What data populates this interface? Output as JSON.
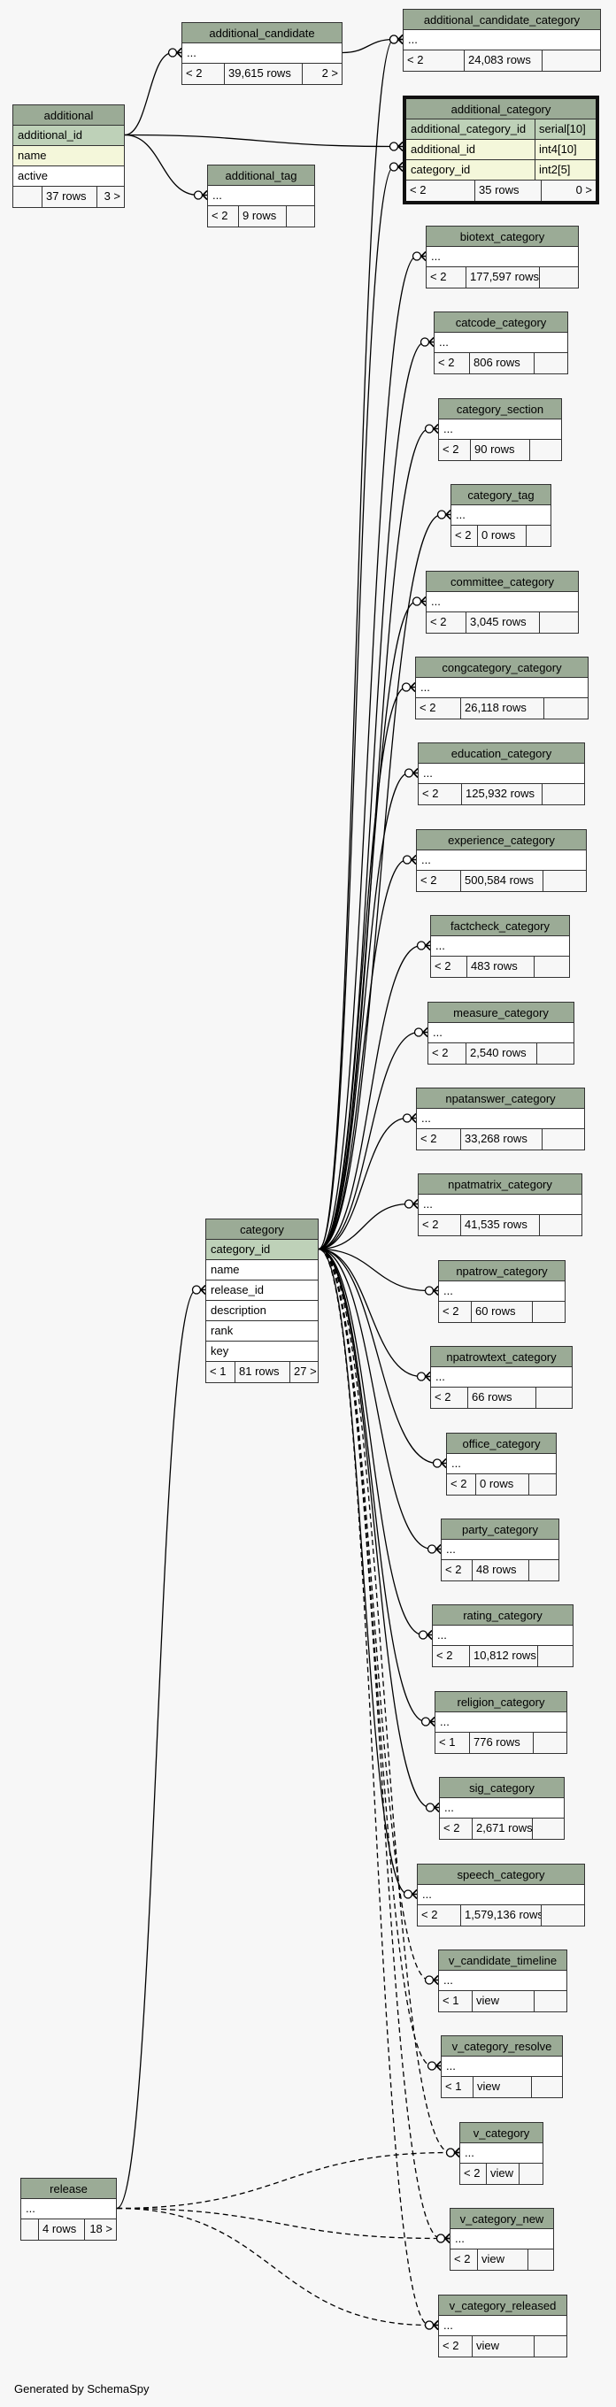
{
  "tables": [
    {
      "name": "additional",
      "rows": [
        {
          "label": "additional_id",
          "kind": "pk"
        },
        {
          "label": "name",
          "kind": "fk"
        },
        {
          "label": "active",
          "kind": "plain"
        }
      ],
      "footer": [
        "",
        "37 rows",
        "3 >"
      ]
    },
    {
      "name": "additional_candidate",
      "rows": [
        {
          "label": "...",
          "kind": "plain"
        }
      ],
      "footer": [
        "< 2",
        "39,615 rows",
        "2 >"
      ]
    },
    {
      "name": "additional_tag",
      "rows": [
        {
          "label": "...",
          "kind": "plain"
        }
      ],
      "footer": [
        "< 2",
        "9 rows",
        ""
      ]
    },
    {
      "name": "additional_candidate_category",
      "rows": [
        {
          "label": "...",
          "kind": "plain"
        }
      ],
      "footer": [
        "< 2",
        "24,083 rows",
        ""
      ]
    },
    {
      "name": "additional_category",
      "focus": true,
      "rows": [
        {
          "label": "additional_category_id",
          "type": "serial[10]",
          "kind": "pk"
        },
        {
          "label": "additional_id",
          "type": "int4[10]",
          "kind": "fk"
        },
        {
          "label": "category_id",
          "type": "int2[5]",
          "kind": "fk"
        }
      ],
      "footer": [
        "< 2",
        "35 rows",
        "0 >"
      ]
    },
    {
      "name": "category",
      "rows": [
        {
          "label": "category_id",
          "kind": "pk"
        },
        {
          "label": "name",
          "kind": "plain"
        },
        {
          "label": "release_id",
          "kind": "plain"
        },
        {
          "label": "description",
          "kind": "plain"
        },
        {
          "label": "rank",
          "kind": "plain"
        },
        {
          "label": "key",
          "kind": "plain"
        }
      ],
      "footer": [
        "< 1",
        "81 rows",
        "27 >"
      ]
    },
    {
      "name": "release",
      "rows": [
        {
          "label": "...",
          "kind": "plain"
        }
      ],
      "footer": [
        "",
        "4 rows",
        "18 >"
      ]
    },
    {
      "name": "biotext_category",
      "rows": [
        {
          "label": "...",
          "kind": "plain"
        }
      ],
      "footer": [
        "< 2",
        "177,597 rows",
        ""
      ]
    },
    {
      "name": "catcode_category",
      "rows": [
        {
          "label": "...",
          "kind": "plain"
        }
      ],
      "footer": [
        "< 2",
        "806 rows",
        ""
      ]
    },
    {
      "name": "category_section",
      "rows": [
        {
          "label": "...",
          "kind": "plain"
        }
      ],
      "footer": [
        "< 2",
        "90 rows",
        ""
      ]
    },
    {
      "name": "category_tag",
      "rows": [
        {
          "label": "...",
          "kind": "plain"
        }
      ],
      "footer": [
        "< 2",
        "0 rows",
        ""
      ]
    },
    {
      "name": "committee_category",
      "rows": [
        {
          "label": "...",
          "kind": "plain"
        }
      ],
      "footer": [
        "< 2",
        "3,045 rows",
        ""
      ]
    },
    {
      "name": "congcategory_category",
      "rows": [
        {
          "label": "...",
          "kind": "plain"
        }
      ],
      "footer": [
        "< 2",
        "26,118 rows",
        ""
      ]
    },
    {
      "name": "education_category",
      "rows": [
        {
          "label": "...",
          "kind": "plain"
        }
      ],
      "footer": [
        "< 2",
        "125,932 rows",
        ""
      ]
    },
    {
      "name": "experience_category",
      "rows": [
        {
          "label": "...",
          "kind": "plain"
        }
      ],
      "footer": [
        "< 2",
        "500,584 rows",
        ""
      ]
    },
    {
      "name": "factcheck_category",
      "rows": [
        {
          "label": "...",
          "kind": "plain"
        }
      ],
      "footer": [
        "< 2",
        "483 rows",
        ""
      ]
    },
    {
      "name": "measure_category",
      "rows": [
        {
          "label": "...",
          "kind": "plain"
        }
      ],
      "footer": [
        "< 2",
        "2,540 rows",
        ""
      ]
    },
    {
      "name": "npatanswer_category",
      "rows": [
        {
          "label": "...",
          "kind": "plain"
        }
      ],
      "footer": [
        "< 2",
        "33,268 rows",
        ""
      ]
    },
    {
      "name": "npatmatrix_category",
      "rows": [
        {
          "label": "...",
          "kind": "plain"
        }
      ],
      "footer": [
        "< 2",
        "41,535 rows",
        ""
      ]
    },
    {
      "name": "npatrow_category",
      "rows": [
        {
          "label": "...",
          "kind": "plain"
        }
      ],
      "footer": [
        "< 2",
        "60 rows",
        ""
      ]
    },
    {
      "name": "npatrowtext_category",
      "rows": [
        {
          "label": "...",
          "kind": "plain"
        }
      ],
      "footer": [
        "< 2",
        "66 rows",
        ""
      ]
    },
    {
      "name": "office_category",
      "rows": [
        {
          "label": "...",
          "kind": "plain"
        }
      ],
      "footer": [
        "< 2",
        "0 rows",
        ""
      ]
    },
    {
      "name": "party_category",
      "rows": [
        {
          "label": "...",
          "kind": "plain"
        }
      ],
      "footer": [
        "< 2",
        "48 rows",
        ""
      ]
    },
    {
      "name": "rating_category",
      "rows": [
        {
          "label": "...",
          "kind": "plain"
        }
      ],
      "footer": [
        "< 2",
        "10,812 rows",
        ""
      ]
    },
    {
      "name": "religion_category",
      "rows": [
        {
          "label": "...",
          "kind": "plain"
        }
      ],
      "footer": [
        "< 1",
        "776 rows",
        ""
      ]
    },
    {
      "name": "sig_category",
      "rows": [
        {
          "label": "...",
          "kind": "plain"
        }
      ],
      "footer": [
        "< 2",
        "2,671 rows",
        ""
      ]
    },
    {
      "name": "speech_category",
      "rows": [
        {
          "label": "...",
          "kind": "plain"
        }
      ],
      "footer": [
        "< 2",
        "1,579,136 rows",
        ""
      ]
    },
    {
      "name": "v_candidate_timeline",
      "rows": [
        {
          "label": "...",
          "kind": "plain"
        }
      ],
      "footer": [
        "< 1",
        "view",
        ""
      ]
    },
    {
      "name": "v_category_resolve",
      "rows": [
        {
          "label": "...",
          "kind": "plain"
        }
      ],
      "footer": [
        "< 1",
        "view",
        ""
      ]
    },
    {
      "name": "v_category",
      "rows": [
        {
          "label": "...",
          "kind": "plain"
        }
      ],
      "footer": [
        "< 2",
        "view",
        ""
      ]
    },
    {
      "name": "v_category_new",
      "rows": [
        {
          "label": "...",
          "kind": "plain"
        }
      ],
      "footer": [
        "< 2",
        "view",
        ""
      ]
    },
    {
      "name": "v_category_released",
      "rows": [
        {
          "label": "...",
          "kind": "plain"
        }
      ],
      "footer": [
        "< 2",
        "view",
        ""
      ]
    }
  ],
  "relationships": [
    {
      "from": "additional",
      "fromRow": 0,
      "to": "additional_candidate",
      "toRow": 0
    },
    {
      "from": "additional",
      "fromRow": 0,
      "to": "additional_tag",
      "toRow": 0
    },
    {
      "from": "additional",
      "fromRow": 0,
      "to": "additional_category",
      "toRow": 1
    },
    {
      "from": "additional_candidate",
      "fromRow": 0,
      "to": "additional_candidate_category",
      "toRow": 0
    },
    {
      "from": "category",
      "fromRow": 0,
      "to": "additional_candidate_category",
      "toRow": 0
    },
    {
      "from": "category",
      "fromRow": 0,
      "to": "additional_category",
      "toRow": 2
    },
    {
      "from": "category",
      "fromRow": 0,
      "to": "biotext_category",
      "toRow": 0
    },
    {
      "from": "category",
      "fromRow": 0,
      "to": "catcode_category",
      "toRow": 0
    },
    {
      "from": "category",
      "fromRow": 0,
      "to": "category_section",
      "toRow": 0
    },
    {
      "from": "category",
      "fromRow": 0,
      "to": "category_tag",
      "toRow": 0
    },
    {
      "from": "category",
      "fromRow": 0,
      "to": "committee_category",
      "toRow": 0
    },
    {
      "from": "category",
      "fromRow": 0,
      "to": "congcategory_category",
      "toRow": 0
    },
    {
      "from": "category",
      "fromRow": 0,
      "to": "education_category",
      "toRow": 0
    },
    {
      "from": "category",
      "fromRow": 0,
      "to": "experience_category",
      "toRow": 0
    },
    {
      "from": "category",
      "fromRow": 0,
      "to": "factcheck_category",
      "toRow": 0
    },
    {
      "from": "category",
      "fromRow": 0,
      "to": "measure_category",
      "toRow": 0
    },
    {
      "from": "category",
      "fromRow": 0,
      "to": "npatanswer_category",
      "toRow": 0
    },
    {
      "from": "category",
      "fromRow": 0,
      "to": "npatmatrix_category",
      "toRow": 0
    },
    {
      "from": "category",
      "fromRow": 0,
      "to": "npatrow_category",
      "toRow": 0
    },
    {
      "from": "category",
      "fromRow": 0,
      "to": "npatrowtext_category",
      "toRow": 0
    },
    {
      "from": "category",
      "fromRow": 0,
      "to": "office_category",
      "toRow": 0
    },
    {
      "from": "category",
      "fromRow": 0,
      "to": "party_category",
      "toRow": 0
    },
    {
      "from": "category",
      "fromRow": 0,
      "to": "rating_category",
      "toRow": 0
    },
    {
      "from": "category",
      "fromRow": 0,
      "to": "religion_category",
      "toRow": 0
    },
    {
      "from": "category",
      "fromRow": 0,
      "to": "sig_category",
      "toRow": 0
    },
    {
      "from": "category",
      "fromRow": 0,
      "to": "speech_category",
      "toRow": 0
    },
    {
      "from": "category",
      "fromRow": 0,
      "to": "v_candidate_timeline",
      "toRow": 0,
      "dashed": true
    },
    {
      "from": "category",
      "fromRow": 0,
      "to": "v_category_resolve",
      "toRow": 0,
      "dashed": true
    },
    {
      "from": "category",
      "fromRow": 0,
      "to": "v_category",
      "toRow": 0,
      "dashed": true
    },
    {
      "from": "category",
      "fromRow": 0,
      "to": "v_category_new",
      "toRow": 0,
      "dashed": true
    },
    {
      "from": "category",
      "fromRow": 0,
      "to": "v_category_released",
      "toRow": 0,
      "dashed": true
    },
    {
      "from": "release",
      "fromRow": 0,
      "to": "category",
      "toRow": 2
    },
    {
      "from": "release",
      "fromRow": 0,
      "to": "v_category",
      "toRow": 0,
      "dashed": true
    },
    {
      "from": "release",
      "fromRow": 0,
      "to": "v_category_new",
      "toRow": 0,
      "dashed": true
    },
    {
      "from": "release",
      "fromRow": 0,
      "to": "v_category_released",
      "toRow": 0,
      "dashed": true
    }
  ],
  "footer_text": "Generated by SchemaSpy"
}
